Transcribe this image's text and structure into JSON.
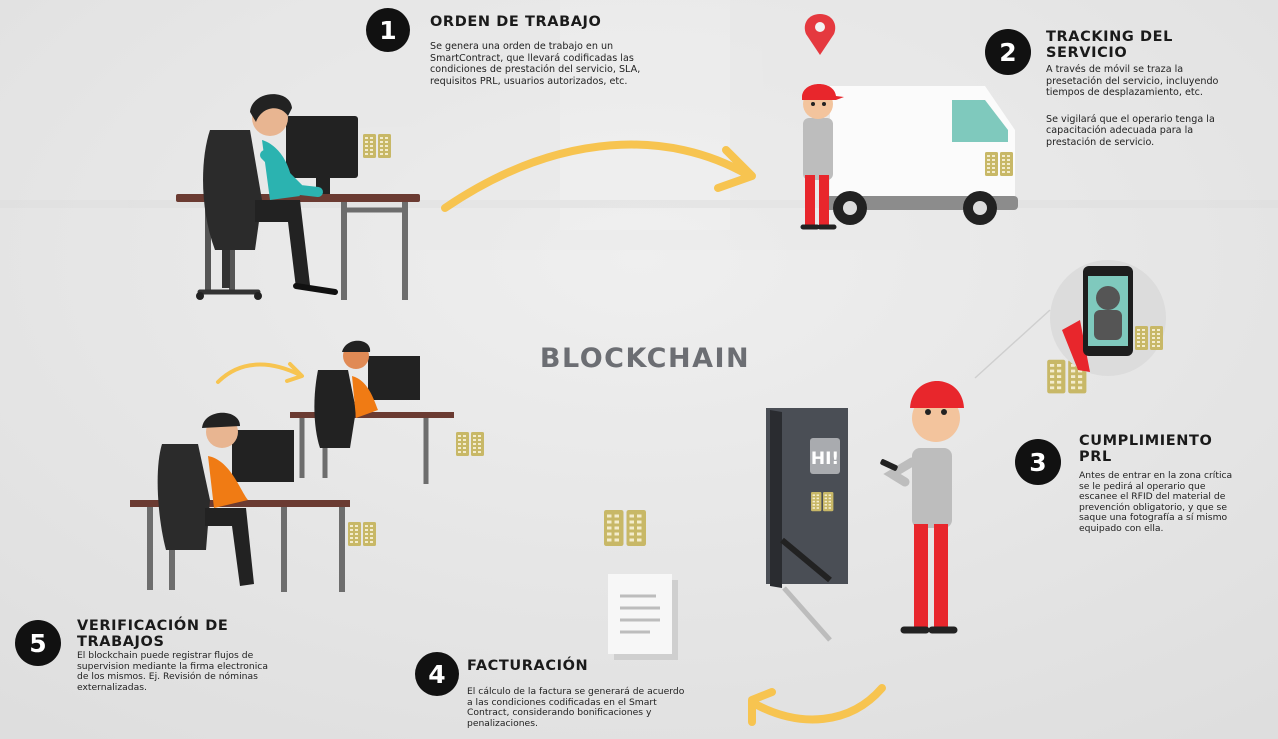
{
  "center_label": "BLOCKCHAIN",
  "steps": [
    {
      "number": "1",
      "title_lines": [
        "ORDEN DE TRABAJO"
      ],
      "body_lines": [
        "Se genera una orden de trabajo en un",
        "SmartContract, que llevará codificadas las",
        "condiciones de prestación del servicio, SLA,",
        "requisitos PRL, usuarios autorizados, etc."
      ]
    },
    {
      "number": "2",
      "title_lines": [
        "TRACKING DEL",
        "SERVICIO"
      ],
      "body_lines": [
        "A través de móvil se traza la",
        "presetación del servicio, incluyendo",
        "tiempos de desplazamiento, etc."
      ],
      "body2_lines": [
        "Se vigilará que el operario tenga la",
        "capacitación adecuada para la",
        "prestación de servicio."
      ]
    },
    {
      "number": "3",
      "title_lines": [
        "CUMPLIMIENTO",
        "PRL"
      ],
      "body_lines": [
        "Antes de entrar en la zona crítica",
        "se le pedirá al operario que",
        "escanee el RFID del material de",
        "prevención obligatorio, y que se",
        "saque una fotografía a sí mismo",
        "equipado con ella."
      ]
    },
    {
      "number": "4",
      "title_lines": [
        "FACTURACIÓN"
      ],
      "body_lines": [
        "El cálculo de la factura se generará de acuerdo",
        "a las condiciones codificadas en el Smart",
        "Contract, considerando bonificaciones y",
        "penalizaciones."
      ]
    },
    {
      "number": "5",
      "title_lines": [
        "VERIFICACIÓN DE",
        "TRABAJOS"
      ],
      "body_lines": [
        "El blockchain puede registrar flujos de",
        "supervision mediante la firma electronica",
        "de los mismos. Ej. Revisión de nóminas",
        "externalizadas."
      ]
    }
  ],
  "kiosk_text": "HI!",
  "colors": {
    "arrow": "#f7c450",
    "badge": "#111111",
    "pin": "#e5393f",
    "uniform_red": "#e8262c",
    "shirt_teal": "#2bb3b0",
    "shirt_orange": "#f07b14",
    "block": "#c8b867",
    "van_window": "#7fc9bd",
    "text": "#222222",
    "center": "#6c6e73"
  },
  "icons": [
    "map-pin-icon",
    "blockchain-block-icon",
    "document-icon",
    "smartphone-icon"
  ]
}
